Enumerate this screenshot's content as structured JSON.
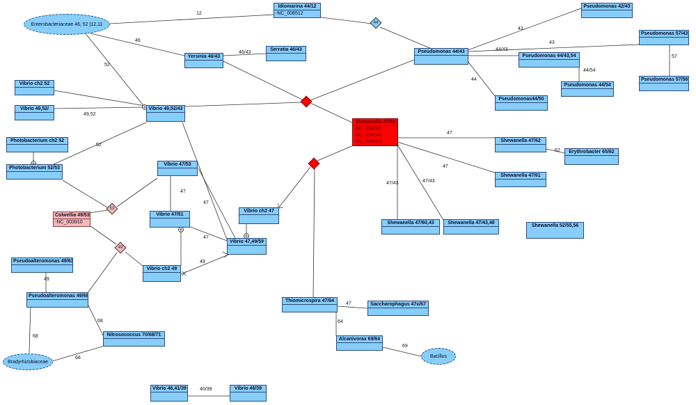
{
  "nodes": {
    "idiomarina": {
      "label": "Idiomarina 44/12",
      "sub": "-NC_006512"
    },
    "pseudomonas_44_43": {
      "label": "Pseudomonas 44/43"
    },
    "pseudomonas_42_43": {
      "label": "Pseudomonas 42/43"
    },
    "pseudomonas_57_43": {
      "label": "Pseudomonas 57/43"
    },
    "pseudomonas_44_43_54": {
      "label": "Pseudomonas 44/43,54"
    },
    "pseudomonas_44_54": {
      "label": "Pseudomonas 44/54"
    },
    "pseudomonas_57_58": {
      "label": "Pseudomonas 57/58"
    },
    "pseudomonas_44_50": {
      "label": "Pseudomonas44/50"
    },
    "yersinia": {
      "label": "Yersinia 46/43"
    },
    "serratia": {
      "label": "Serratia 46/43"
    },
    "vibrio_ch2_52": {
      "label": "Vibrio ch2 52"
    },
    "vibrio_49_52": {
      "label": "Vibrio 49,52/"
    },
    "vibrio_49_52_43": {
      "label": "Vibrio 49,52/43"
    },
    "photobacterium_ch2_52": {
      "label": "Photobacterium ch2 52"
    },
    "photobacterium_52_53": {
      "label": "Photobacterium 52/53"
    },
    "vibrio_47_53": {
      "label": "Vibrio 47/53"
    },
    "vibrio_47_51": {
      "label": "Vibrio 47/51"
    },
    "vibrio_ch2_47": {
      "label": "Vibrio ch2 47"
    },
    "vibrio_47_49_59": {
      "label": "Vibrio 47,49/59"
    },
    "colwellia": {
      "label": "Colwellia 49/53",
      "sub": "-NC_003910"
    },
    "vibrio_ch2_49": {
      "label": "Vibrio ch2 49"
    },
    "pseudoalteromonas_49_63": {
      "label": "Pseudoalteromonas 49/63"
    },
    "pseudoalteromonas_49_68": {
      "label": "Pseudoalteromonas 49/68"
    },
    "nitrosococcus": {
      "label": "Nitrosococcus 70/68/71"
    },
    "shewanella_47_62": {
      "label": "Shewanella 47/62"
    },
    "erythrobacter": {
      "label": "Erythrobacter 65/62"
    },
    "shewanella_47_61": {
      "label": "Shewanella 47/61"
    },
    "shewanella_47_60_43": {
      "label": "Shewanella 47/60,43"
    },
    "shewanella_47_43_48": {
      "label": "Shewanella 47/43,48"
    },
    "shewanella_52_55_56": {
      "label": "Shewanella 52/55,56"
    },
    "shewanella_47_62_red": {
      "label": "Shewanella 47/62",
      "sub1": "-NC_004347",
      "sub2": "-NC_004349",
      "sub3": "-NC_004350"
    },
    "thiomicrospira": {
      "label": "Thiomicrospira 47/64"
    },
    "saccharophagus": {
      "label": "Saccharophagus 47x/67"
    },
    "alcanivorax": {
      "label": "Alcanivorax 69/64"
    },
    "vibrio_46_41_39": {
      "label": "Vibrio 46,41/39"
    },
    "vibrio_46_39": {
      "label": "Vibrio 46/39"
    }
  },
  "ellipses": {
    "enterobacteriaceae": "Enterobacteriaceae 46, 52 |12,11",
    "bradyrhizobiaceae": "Bradyrhizobiaceae",
    "bacillus": "Bacillus"
  },
  "diamonds": {
    "d44": "44",
    "d53": "53",
    "d49": "49",
    "d_red1": "",
    "d_red2": ""
  },
  "edge_labels": {
    "e12": "12",
    "e43a": "43",
    "e43b": "43",
    "e44_43": "44/43",
    "e57": "57",
    "e44_54": "44/54",
    "e44": "44",
    "e46": "46",
    "e46_43": "46/43",
    "e52a": "52",
    "e49_52": "49,52",
    "e52b": "52",
    "e47a": "47",
    "e47b": "47",
    "e47c": "47",
    "e49a": "49",
    "e49b": "49",
    "e68a": "68",
    "e68b": "68",
    "e68c": "68",
    "e47d": "47",
    "e62": "62",
    "e47e": "47",
    "e47_43a": "47/43",
    "e47_43b": "47/43",
    "e47f": "47",
    "e64": "64",
    "e69": "69",
    "e40_39": "40/39"
  },
  "colors": {
    "node": "#87cefa",
    "border": "#2a4a7a",
    "highlight_red": "#ff0000",
    "highlight_pink": "#f7b9b9",
    "edge": "#333333"
  }
}
